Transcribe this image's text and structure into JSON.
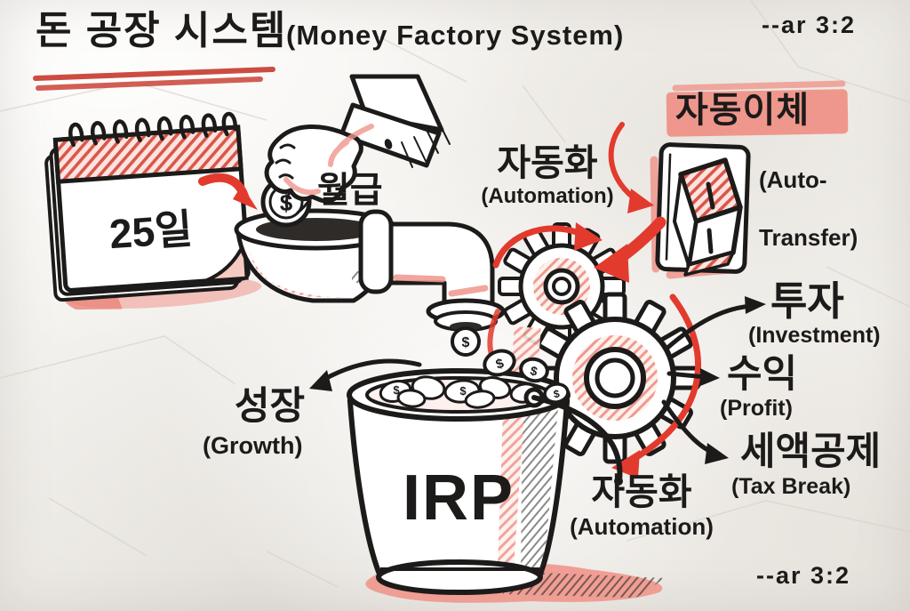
{
  "meta": {
    "ar_top": "--ar 3:2",
    "ar_bottom": "--ar 3:2"
  },
  "title": {
    "ko": "돈 공장 시스템",
    "en": "(Money Factory System)"
  },
  "calendar": {
    "day": "25일"
  },
  "salary_label": "월급",
  "coin_symbol": "$",
  "automation_top": {
    "ko": "자동화",
    "en": "(Automation)"
  },
  "auto_transfer": {
    "ko": "자동이체",
    "en_line1": "(Auto-",
    "en_line2": "Transfer)"
  },
  "outputs": {
    "investment": {
      "ko": "투자",
      "en": "(Investment)"
    },
    "profit": {
      "ko": "수익",
      "en": "(Profit)"
    },
    "tax_break": {
      "ko": "세액공제",
      "en": "(Tax Break)"
    }
  },
  "growth": {
    "ko": "성장",
    "en": "(Growth)"
  },
  "automation_bottom": {
    "ko": "자동화",
    "en": "(Automation)"
  },
  "bucket": {
    "label": "IRP"
  },
  "colors": {
    "ink": "#1c1b1a",
    "red_marker": "#e23b2e",
    "pink_shade": "#ef968c",
    "highlight": "#f0887c",
    "paper": "#f3f1ed"
  }
}
